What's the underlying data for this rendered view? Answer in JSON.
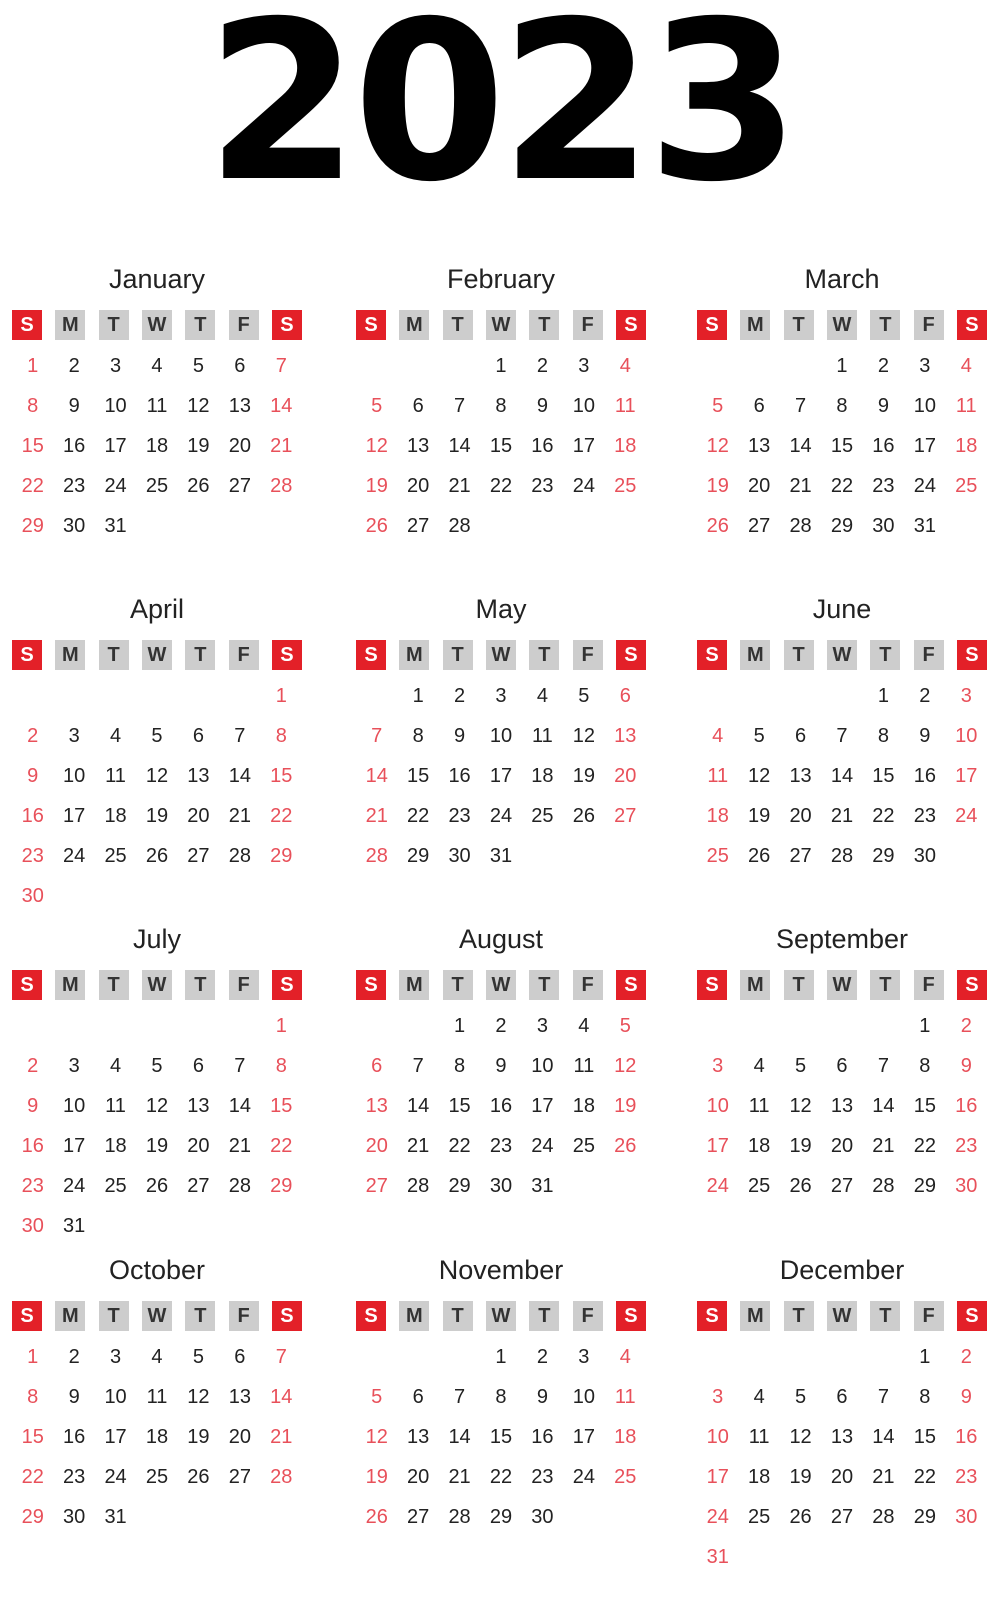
{
  "year": "2023",
  "weekday_initials": [
    "S",
    "M",
    "T",
    "W",
    "T",
    "F",
    "S"
  ],
  "colors": {
    "weekend": "#e32028",
    "weekend_text": "#e8505a",
    "weekday_header": "#cdcdcd"
  },
  "months": [
    {
      "name": "January",
      "first_weekday": 0,
      "days": 31
    },
    {
      "name": "February",
      "first_weekday": 3,
      "days": 28
    },
    {
      "name": "March",
      "first_weekday": 3,
      "days": 31
    },
    {
      "name": "April",
      "first_weekday": 6,
      "days": 30
    },
    {
      "name": "May",
      "first_weekday": 1,
      "days": 31
    },
    {
      "name": "June",
      "first_weekday": 4,
      "days": 30
    },
    {
      "name": "July",
      "first_weekday": 6,
      "days": 31
    },
    {
      "name": "August",
      "first_weekday": 2,
      "days": 31
    },
    {
      "name": "September",
      "first_weekday": 5,
      "days": 30
    },
    {
      "name": "October",
      "first_weekday": 0,
      "days": 31
    },
    {
      "name": "November",
      "first_weekday": 3,
      "days": 30
    },
    {
      "name": "December",
      "first_weekday": 5,
      "days": 31
    }
  ]
}
